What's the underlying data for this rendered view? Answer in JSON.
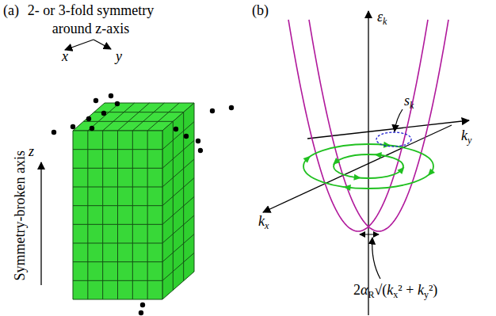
{
  "diagram": {
    "labels": [
      "(a)",
      "2- or 3-fold symmetry around z-axis",
      "x",
      "y",
      "z",
      "Symmetry-broken axis",
      "(b)",
      "εk",
      "sk",
      "kx",
      "ky",
      "2αR√(kx² + ky²)"
    ]
  }
}
